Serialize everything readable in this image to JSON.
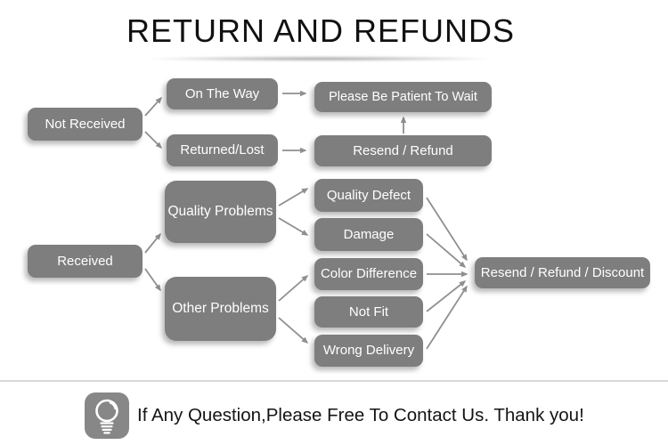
{
  "title": "RETURN AND REFUNDS",
  "colors": {
    "box": "#7e7e7e",
    "box_text": "#ffffff",
    "arrow": "#8f8f8f",
    "divider": "#d8d8d8",
    "bulb_box": "#878787",
    "title_text": "#111111"
  },
  "flowchart": {
    "nodes": {
      "not_received": "Not Received",
      "on_the_way": "On The Way",
      "returned_lost": "Returned/Lost",
      "please_wait": "Please Be Patient To Wait",
      "resend_refund": "Resend / Refund",
      "received": "Received",
      "quality_problems": "Quality Problems",
      "other_problems": "Other Problems",
      "quality_defect": "Quality Defect",
      "damage": "Damage",
      "color_difference": "Color Difference",
      "not_fit": "Not Fit",
      "wrong_delivery": "Wrong Delivery",
      "resend_refund_discount": "Resend / Refund / Discount"
    }
  },
  "footer": {
    "icon": "light-bulb-icon",
    "message": "If Any Question,Please Free To Contact Us. Thank you!"
  }
}
